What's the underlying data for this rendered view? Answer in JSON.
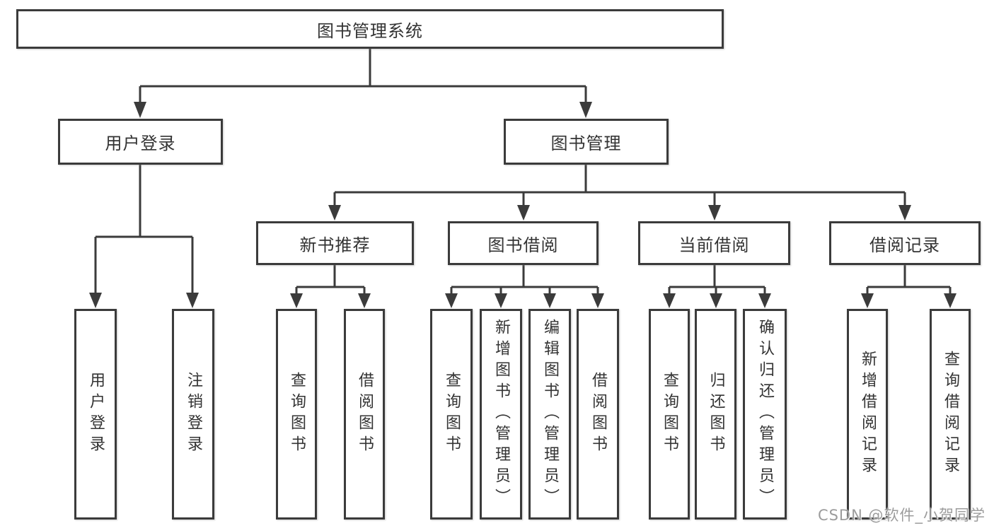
{
  "tree": {
    "root": "图书管理系统",
    "login": {
      "label": "用户登录",
      "children": [
        "用户登录",
        "注销登录"
      ]
    },
    "manage": {
      "label": "图书管理",
      "groups": [
        {
          "label": "新书推荐",
          "children": [
            "查询图书",
            "借阅图书"
          ]
        },
        {
          "label": "图书借阅",
          "children": [
            "查询图书",
            "新增图书（管理员）",
            "编辑图书（管理员）",
            "借阅图书"
          ]
        },
        {
          "label": "当前借阅",
          "children": [
            "查询图书",
            "归还图书",
            "确认归还（管理员）"
          ]
        },
        {
          "label": "借阅记录",
          "children": [
            "新增借阅记录",
            "查询借阅记录"
          ]
        }
      ]
    }
  },
  "watermark": "CSDN @软件_小贺同学",
  "colors": {
    "line": "#3b3b3b",
    "box_border": "#3b3b3b",
    "box_fill": "#ffffff",
    "text": "#333333",
    "watermark": "#9c9c9c",
    "background": "#ffffff"
  }
}
